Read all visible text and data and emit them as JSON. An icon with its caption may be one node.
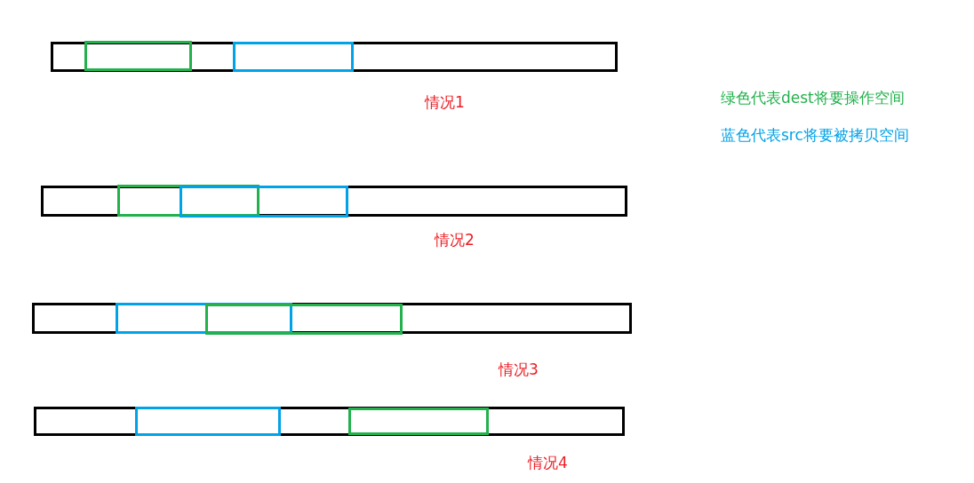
{
  "diagram": {
    "nodes": [
      {
        "text": [],
        "shape": "bar"
      },
      {
        "text": [],
        "shape": "box",
        "in": 0
      },
      {
        "text": [],
        "shape": "box",
        "in": 0
      },
      {
        "text": [],
        "shape": "bar"
      },
      {
        "text": [],
        "shape": "box",
        "in": 3
      },
      {
        "text": [],
        "shape": "box",
        "in": 3
      },
      {
        "text": [],
        "shape": "bar"
      },
      {
        "text": [],
        "shape": "box",
        "in": 6
      },
      {
        "text": [],
        "shape": "box",
        "in": 6
      },
      {
        "text": [],
        "shape": "bar"
      },
      {
        "text": [],
        "shape": "box",
        "in": 9
      },
      {
        "text": [],
        "shape": "box",
        "in": 9
      }
    ],
    "labels": [
      "情况1",
      "绿色代表dest将要操作空间",
      "蓝色代表src将要被拷贝空间",
      "情况2",
      "情况3",
      "情况4"
    ]
  }
}
